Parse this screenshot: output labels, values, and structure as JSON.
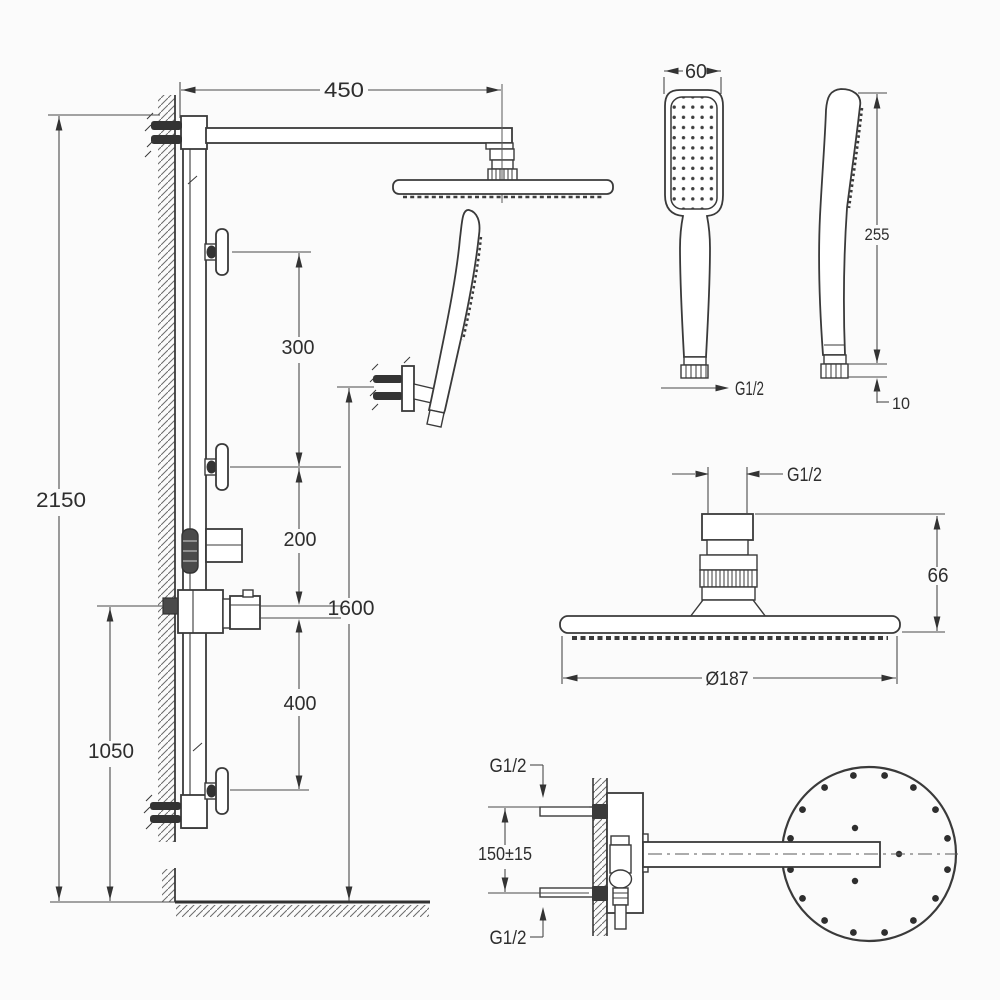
{
  "colors": {
    "background": "#fbfbfb",
    "line": "#3a3a3a",
    "dimension": "#4a4a4a",
    "text": "#2e2e2e"
  },
  "views": {
    "elevation": {
      "dims": {
        "arm_length": "450",
        "total_height": "2150",
        "hand_shower_height": "1600",
        "valve_height": "1050",
        "jet_gap_top": "300",
        "jet_gap_middle": "200",
        "jet_gap_bottom": "400"
      }
    },
    "hand_shower_front": {
      "dims": {
        "head_width": "60",
        "thread": "G1/2"
      }
    },
    "hand_shower_side": {
      "dims": {
        "length": "255",
        "nozzle_offset": "10"
      }
    },
    "overhead_shower_side": {
      "dims": {
        "thread": "G1/2",
        "height": "66",
        "diameter": "Ø187"
      }
    },
    "arm_top_view": {
      "dims": {
        "thread_top": "G1/2",
        "inlet_spacing": "150±15",
        "thread_bottom": "G1/2"
      }
    }
  }
}
